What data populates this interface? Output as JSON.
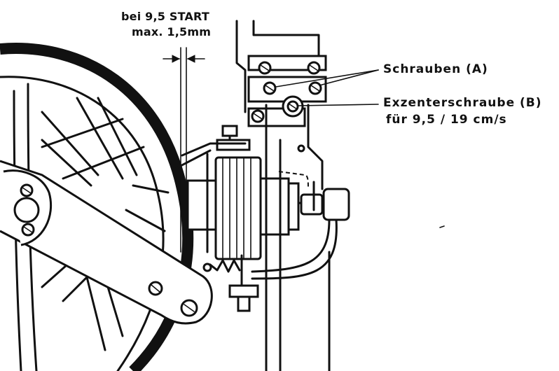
{
  "labels": {
    "start_line1": "bei 9,5 START",
    "start_line2": "max. 1,5mm",
    "screws_a": "Schrauben (A)",
    "eccentric_b_line1": "Exzenterschraube (B)",
    "eccentric_b_line2": "für 9,5 / 19 cm/s"
  }
}
